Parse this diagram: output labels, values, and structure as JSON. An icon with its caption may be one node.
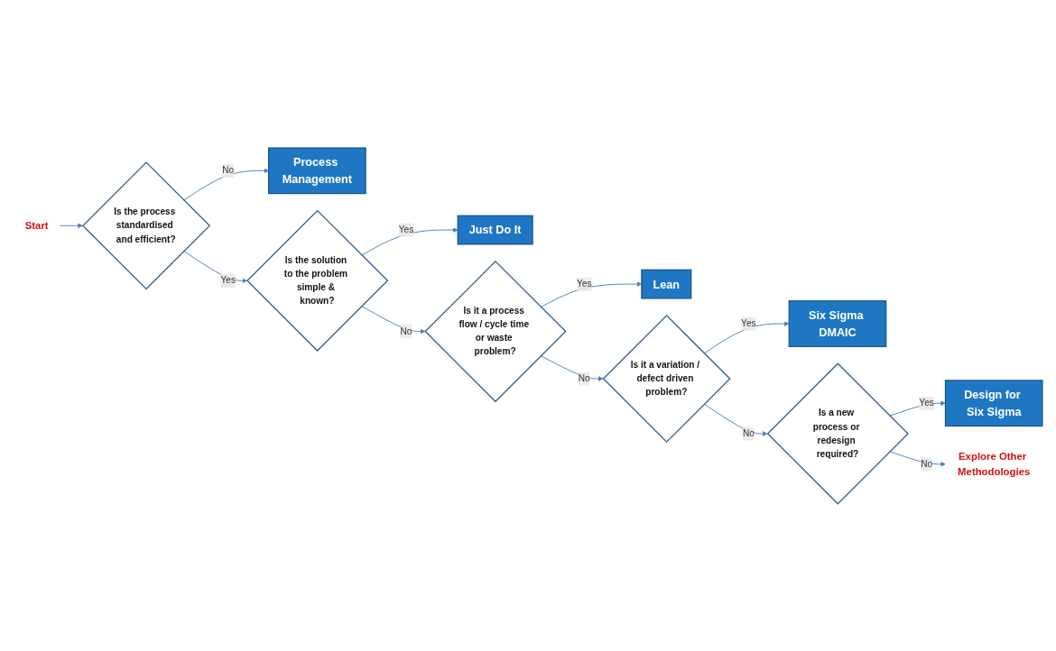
{
  "diagram": {
    "nodes": [
      {
        "text": [
          "Start"
        ]
      },
      {
        "text": [
          "Is the process standardised and efficient?"
        ]
      },
      {
        "text": [
          "Process Management"
        ]
      },
      {
        "text": [
          "Is the solution to the problem simple & known?"
        ]
      },
      {
        "text": [
          "Just Do It"
        ]
      },
      {
        "text": [
          "Is it a process flow / cycle time or waste problem?"
        ]
      },
      {
        "text": [
          "Lean"
        ]
      },
      {
        "text": [
          "Is it a variation / defect driven problem?"
        ]
      },
      {
        "text": [
          "Six Sigma DMAIC"
        ]
      },
      {
        "text": [
          "Is a new process or redesign required?"
        ]
      },
      {
        "text": [
          "Design for Six Sigma"
        ]
      },
      {
        "text": [
          "Explore Other Methodologies"
        ]
      }
    ],
    "edges": [
      {
        "from": 0,
        "to": 1,
        "arrow": "to"
      },
      {
        "from": 1,
        "to": 2,
        "arrow": "to",
        "label": "No"
      },
      {
        "from": 1,
        "to": 3,
        "arrow": "to",
        "label": "Yes"
      },
      {
        "from": 3,
        "to": 4,
        "arrow": "to",
        "label": "Yes"
      },
      {
        "from": 3,
        "to": 5,
        "arrow": "to",
        "label": "No"
      },
      {
        "from": 5,
        "to": 6,
        "arrow": "to",
        "label": "Yes"
      },
      {
        "from": 5,
        "to": 7,
        "arrow": "to",
        "label": "No"
      },
      {
        "from": 7,
        "to": 8,
        "arrow": "to",
        "label": "Yes"
      },
      {
        "from": 7,
        "to": 9,
        "arrow": "to",
        "label": "No"
      },
      {
        "from": 9,
        "to": 10,
        "arrow": "to",
        "label": "Yes"
      },
      {
        "from": 9,
        "to": 11,
        "arrow": "to",
        "label": "No"
      }
    ]
  }
}
